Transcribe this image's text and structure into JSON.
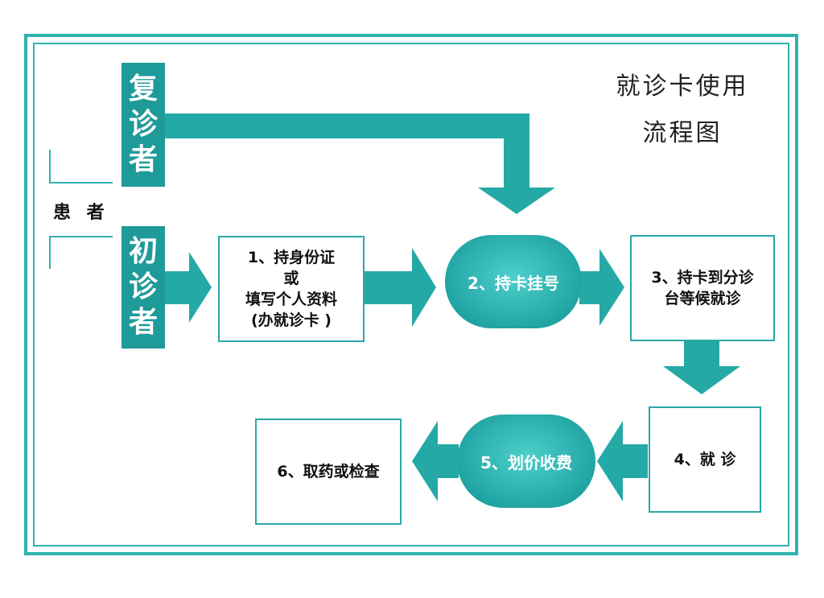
{
  "title": {
    "line1": "就诊卡使用",
    "line2": "流程图"
  },
  "patient_label": "患 者",
  "returning": {
    "chars": [
      "复",
      "诊",
      "者"
    ]
  },
  "first_visit": {
    "chars": [
      "初",
      "诊",
      "者"
    ]
  },
  "steps": {
    "step1": {
      "lines": [
        "1、持身份证",
        "或",
        "填写个人资料",
        "(办就诊卡 )"
      ]
    },
    "step2": {
      "label": "2、持卡挂号"
    },
    "step3": {
      "lines": [
        "3、持卡到分诊",
        "台等候就诊"
      ]
    },
    "step4": {
      "label": "4、就 诊"
    },
    "step5": {
      "label": "5、划价收费"
    },
    "step6": {
      "label": "6、取药或检查"
    }
  },
  "colors": {
    "frame": "#2fb3b0",
    "bar": "#1e9a99",
    "arrow": "#25a9a7",
    "box_border": "#2aa8a8"
  }
}
